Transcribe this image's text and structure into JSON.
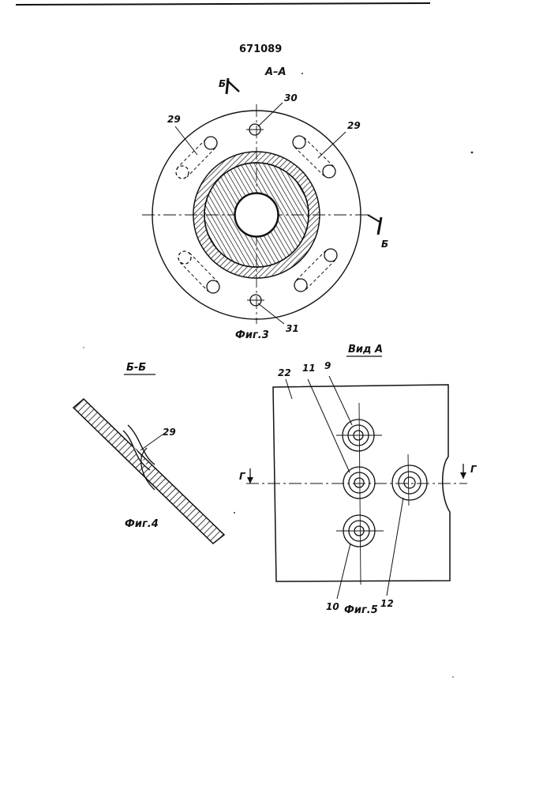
{
  "document": {
    "patent_number": "671089",
    "section_aa": "А–А",
    "marker_b": "Б",
    "view_bb": "Б-Б",
    "view_a": "Вид А",
    "marker_g": "Г"
  },
  "figures": {
    "fig3": "Фиг.3",
    "fig4": "Фиг.4",
    "fig5": "Фиг.5"
  },
  "callouts": {
    "c30": "30",
    "c31": "31",
    "c29_left": "29",
    "c29_right": "29",
    "c29_fig4": "29",
    "c22": "22",
    "c11": "11",
    "c9": "9",
    "c10": "10",
    "c12": "12"
  }
}
